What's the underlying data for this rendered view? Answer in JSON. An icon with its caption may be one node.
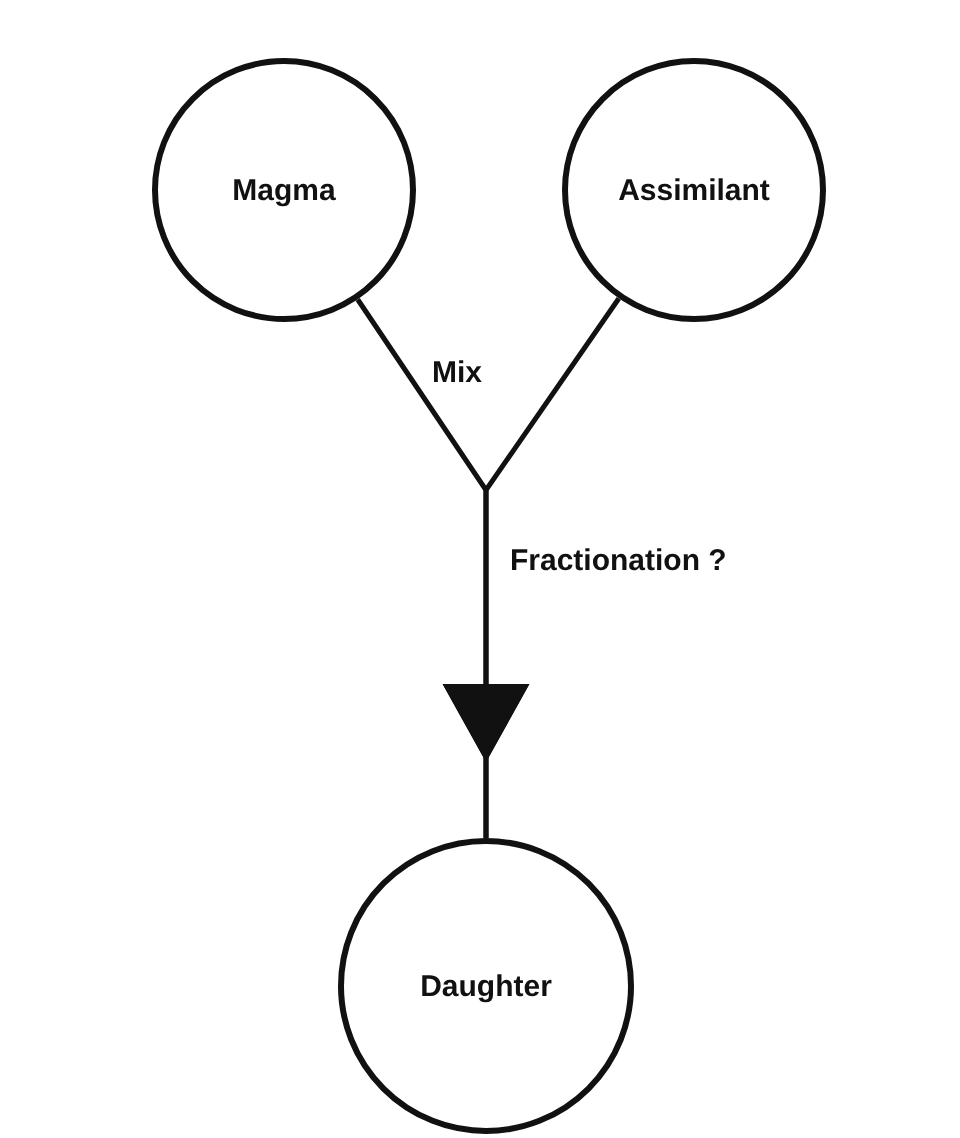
{
  "diagram": {
    "nodes": [
      {
        "text": [
          "Magma"
        ]
      },
      {
        "text": [
          "Assimilant"
        ]
      },
      {
        "text": [
          "Daughter"
        ]
      }
    ],
    "edges": [
      {
        "from": 0,
        "to": 2,
        "arrow": "to"
      },
      {
        "from": 1,
        "to": 2,
        "arrow": "to"
      }
    ],
    "labels": [
      "Mix",
      "Fractionation ?"
    ]
  }
}
